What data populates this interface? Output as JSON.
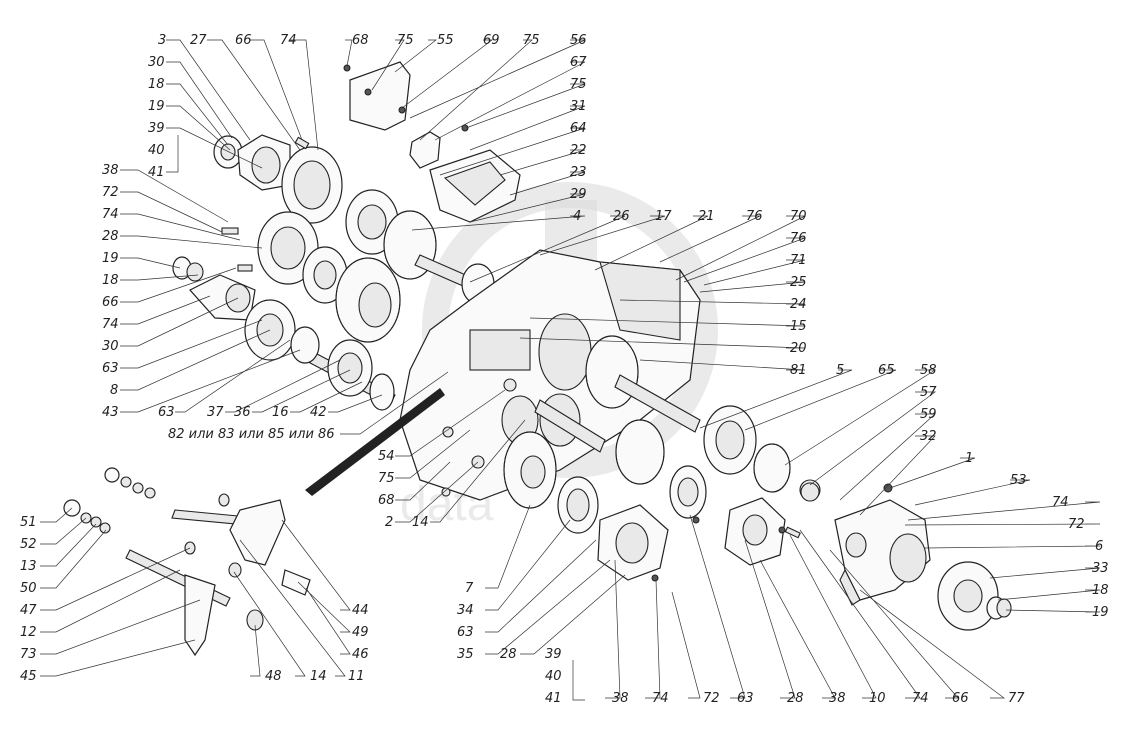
{
  "diagram": {
    "watermark_text": "data",
    "note_label": "82 или 83 или 85 или 86",
    "labels": [
      {
        "id": "l3",
        "text": "3"
      },
      {
        "id": "l27a",
        "text": "27"
      },
      {
        "id": "l66a",
        "text": "66"
      },
      {
        "id": "l74a",
        "text": "74"
      },
      {
        "id": "l30a",
        "text": "30"
      },
      {
        "id": "l18a",
        "text": "18"
      },
      {
        "id": "l19a",
        "text": "19"
      },
      {
        "id": "l39a",
        "text": "39"
      },
      {
        "id": "l40a",
        "text": "40"
      },
      {
        "id": "l41a",
        "text": "41"
      },
      {
        "id": "l38a",
        "text": "38"
      },
      {
        "id": "l72a",
        "text": "72"
      },
      {
        "id": "l74b",
        "text": "74"
      },
      {
        "id": "l28a",
        "text": "28"
      },
      {
        "id": "l19b",
        "text": "19"
      },
      {
        "id": "l18b",
        "text": "18"
      },
      {
        "id": "l66b",
        "text": "66"
      },
      {
        "id": "l74c",
        "text": "74"
      },
      {
        "id": "l30b",
        "text": "30"
      },
      {
        "id": "l63a",
        "text": "63"
      },
      {
        "id": "l8",
        "text": "8"
      },
      {
        "id": "l43",
        "text": "43"
      },
      {
        "id": "l63b",
        "text": "63"
      },
      {
        "id": "l37",
        "text": "37"
      },
      {
        "id": "l36",
        "text": "36"
      },
      {
        "id": "l16",
        "text": "16"
      },
      {
        "id": "l42",
        "text": "42"
      },
      {
        "id": "l68a",
        "text": "68"
      },
      {
        "id": "l75a",
        "text": "75"
      },
      {
        "id": "l55",
        "text": "55"
      },
      {
        "id": "l69",
        "text": "69"
      },
      {
        "id": "l75b",
        "text": "75"
      },
      {
        "id": "l56",
        "text": "56"
      },
      {
        "id": "l67",
        "text": "67"
      },
      {
        "id": "l75c",
        "text": "75"
      },
      {
        "id": "l31",
        "text": "31"
      },
      {
        "id": "l64",
        "text": "64"
      },
      {
        "id": "l22",
        "text": "22"
      },
      {
        "id": "l23",
        "text": "23"
      },
      {
        "id": "l29",
        "text": "29"
      },
      {
        "id": "l4",
        "text": "4"
      },
      {
        "id": "l26",
        "text": "26"
      },
      {
        "id": "l17",
        "text": "17"
      },
      {
        "id": "l21",
        "text": "21"
      },
      {
        "id": "l76a",
        "text": "76"
      },
      {
        "id": "l70",
        "text": "70"
      },
      {
        "id": "l76b",
        "text": "76"
      },
      {
        "id": "l71",
        "text": "71"
      },
      {
        "id": "l25",
        "text": "25"
      },
      {
        "id": "l24",
        "text": "24"
      },
      {
        "id": "l15",
        "text": "15"
      },
      {
        "id": "l20",
        "text": "20"
      },
      {
        "id": "l81",
        "text": "81"
      },
      {
        "id": "l5",
        "text": "5"
      },
      {
        "id": "l65",
        "text": "65"
      },
      {
        "id": "l58",
        "text": "58"
      },
      {
        "id": "l57",
        "text": "57"
      },
      {
        "id": "l59",
        "text": "59"
      },
      {
        "id": "l32",
        "text": "32"
      },
      {
        "id": "l1",
        "text": "1"
      },
      {
        "id": "l53",
        "text": "53"
      },
      {
        "id": "l74d",
        "text": "74"
      },
      {
        "id": "l72b",
        "text": "72"
      },
      {
        "id": "l6",
        "text": "6"
      },
      {
        "id": "l33",
        "text": "33"
      },
      {
        "id": "l18c",
        "text": "18"
      },
      {
        "id": "l19c",
        "text": "19"
      },
      {
        "id": "l54",
        "text": "54"
      },
      {
        "id": "l75d",
        "text": "75"
      },
      {
        "id": "l68b",
        "text": "68"
      },
      {
        "id": "l2",
        "text": "2"
      },
      {
        "id": "l14a",
        "text": "14"
      },
      {
        "id": "l51",
        "text": "51"
      },
      {
        "id": "l52",
        "text": "52"
      },
      {
        "id": "l13",
        "text": "13"
      },
      {
        "id": "l50",
        "text": "50"
      },
      {
        "id": "l47",
        "text": "47"
      },
      {
        "id": "l12",
        "text": "12"
      },
      {
        "id": "l73",
        "text": "73"
      },
      {
        "id": "l45",
        "text": "45"
      },
      {
        "id": "l48",
        "text": "48"
      },
      {
        "id": "l14b",
        "text": "14"
      },
      {
        "id": "l11",
        "text": "11"
      },
      {
        "id": "l46",
        "text": "46"
      },
      {
        "id": "l49",
        "text": "49"
      },
      {
        "id": "l44",
        "text": "44"
      },
      {
        "id": "l7",
        "text": "7"
      },
      {
        "id": "l34",
        "text": "34"
      },
      {
        "id": "l63c",
        "text": "63"
      },
      {
        "id": "l35",
        "text": "35"
      },
      {
        "id": "l28b",
        "text": "28"
      },
      {
        "id": "l39b",
        "text": "39"
      },
      {
        "id": "l40b",
        "text": "40"
      },
      {
        "id": "l41b",
        "text": "41"
      },
      {
        "id": "l38b",
        "text": "38"
      },
      {
        "id": "l74e",
        "text": "74"
      },
      {
        "id": "l72c",
        "text": "72"
      },
      {
        "id": "l63d",
        "text": "63"
      },
      {
        "id": "l28c",
        "text": "28"
      },
      {
        "id": "l38c",
        "text": "38"
      },
      {
        "id": "l10",
        "text": "10"
      },
      {
        "id": "l74f",
        "text": "74"
      },
      {
        "id": "l66c",
        "text": "66"
      },
      {
        "id": "l77",
        "text": "77"
      }
    ]
  }
}
